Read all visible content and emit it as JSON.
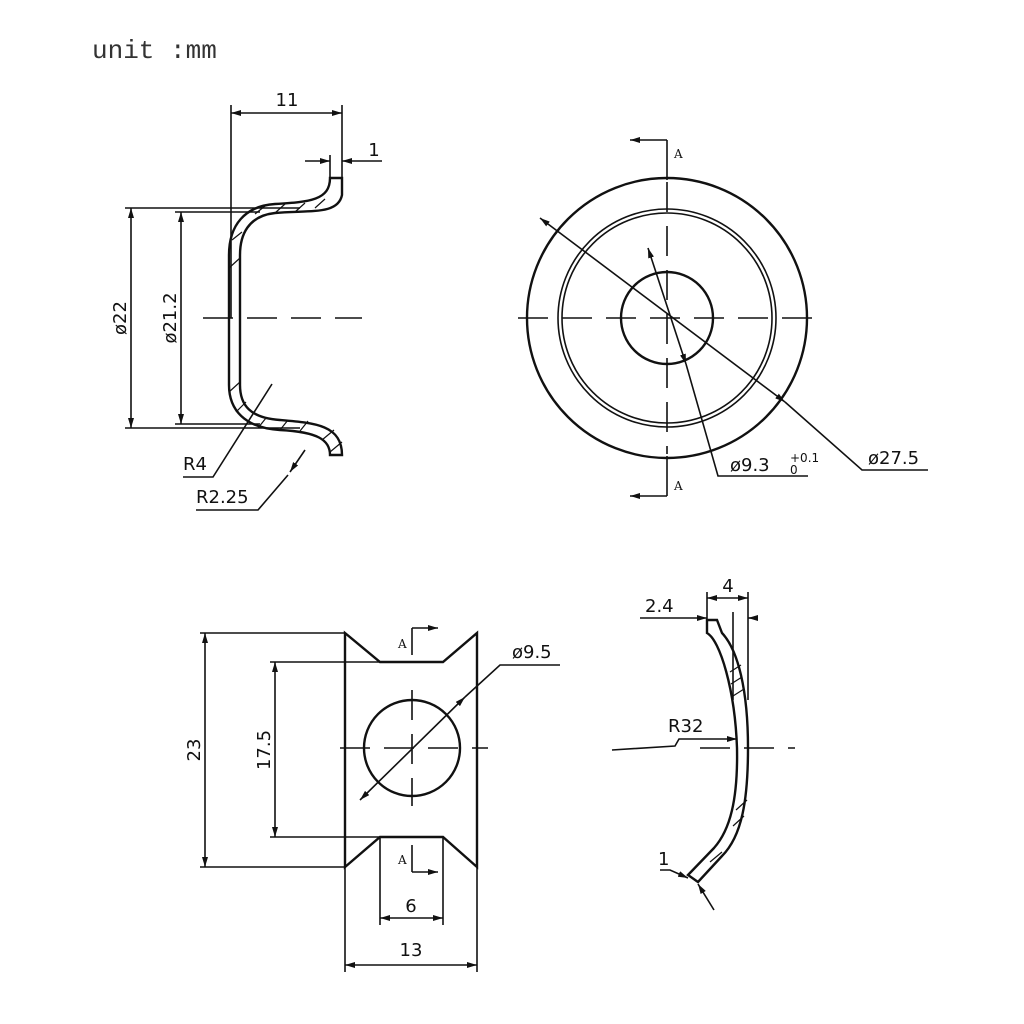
{
  "unit_label": "unit :mm",
  "views": {
    "side_profile": {
      "width": "11",
      "thickness": "1",
      "outer_dia": "ø22",
      "inner_dia": "ø21.2",
      "radius_inner": "R4",
      "radius_outer": "R2.25"
    },
    "front_view": {
      "section_label_top": "A",
      "section_label_bottom": "A",
      "outer_dia": "ø27.5",
      "hole_dia": "ø9.3",
      "tol_upper": "+0.1",
      "tol_lower": "0"
    },
    "plate_view": {
      "height": "23",
      "inner_height": "17.5",
      "hole_dia": "ø9.5",
      "notch_width": "6",
      "width": "13",
      "section_label_top": "A",
      "section_label_bottom": "A"
    },
    "section_view": {
      "offset": "2.4",
      "depth": "4",
      "radius": "R32",
      "thickness": "1"
    }
  }
}
